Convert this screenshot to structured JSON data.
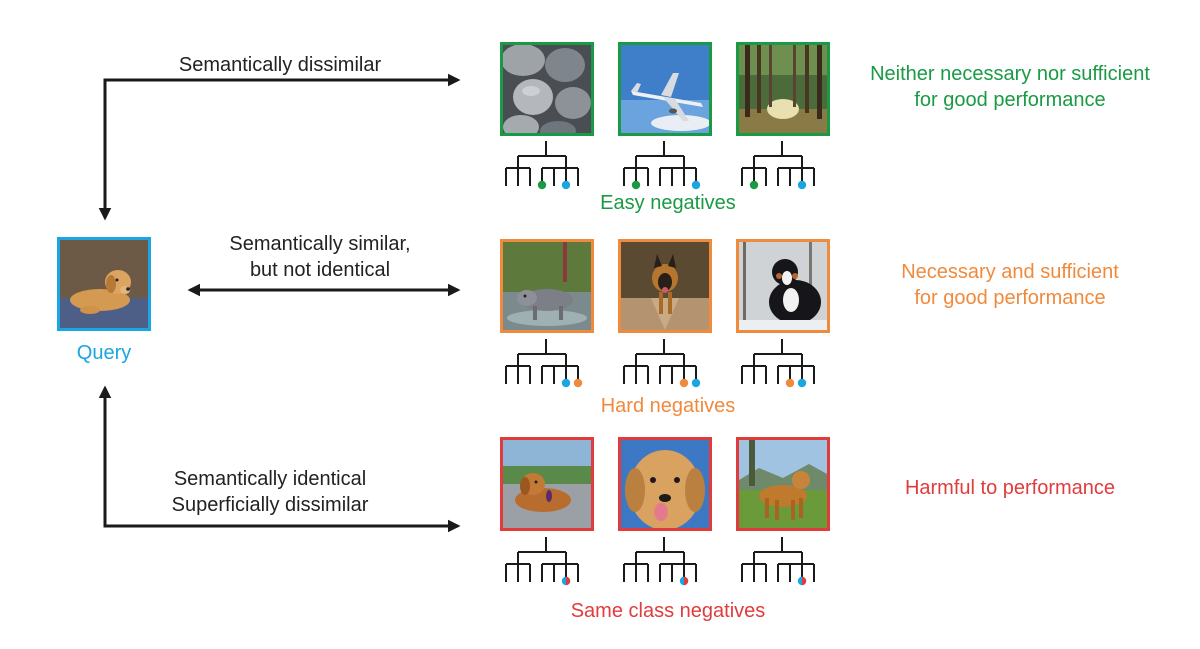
{
  "query": {
    "label": "Query",
    "image": "golden-retriever-lying-on-blanket"
  },
  "arrows": {
    "top": {
      "label": "Semantically dissimilar"
    },
    "middle": {
      "line1": "Semantically similar,",
      "line2": "but not identical"
    },
    "bottom": {
      "line1": "Semantically identical",
      "line2": "Superficially dissimilar"
    }
  },
  "rows": [
    {
      "id": "easy",
      "group_label": "Easy negatives",
      "description_line1": "Neither necessary nor sufficient",
      "description_line2": "for good performance",
      "color": "#1a9a45",
      "images": [
        "pebbles",
        "airplane",
        "forest"
      ],
      "trees": [
        {
          "query_leaf": 5,
          "negative_leaf": 3
        },
        {
          "query_leaf": 6,
          "negative_leaf": 1
        },
        {
          "query_leaf": 5,
          "negative_leaf": 1
        }
      ]
    },
    {
      "id": "hard",
      "group_label": "Hard negatives",
      "description_line1": "Necessary and sufficient",
      "description_line2": "for good performance",
      "color": "#f08a3c",
      "images": [
        "wet-dog-in-creek",
        "german-shepherd-running",
        "bernese-mountain-dog-in-snow"
      ],
      "trees": [
        {
          "query_leaf": 5,
          "negative_leaf": 6
        },
        {
          "query_leaf": 6,
          "negative_leaf": 5
        },
        {
          "query_leaf": 5,
          "negative_leaf": 4
        }
      ]
    },
    {
      "id": "same",
      "group_label": "Same class negatives",
      "description_line1": "Harmful to performance",
      "description_line2": "",
      "color": "#e03c3c",
      "images": [
        "golden-retriever-on-lawn",
        "golden-retriever-close-up",
        "golden-retriever-in-field"
      ],
      "trees": [
        {
          "query_leaf": 5,
          "negative_leaf": 5
        },
        {
          "query_leaf": 5,
          "negative_leaf": 5
        },
        {
          "query_leaf": 5,
          "negative_leaf": 5
        }
      ]
    }
  ],
  "colors": {
    "query": "#1aa6e0",
    "arrow": "#1a1a1a",
    "tree": "#1a1a1a"
  }
}
